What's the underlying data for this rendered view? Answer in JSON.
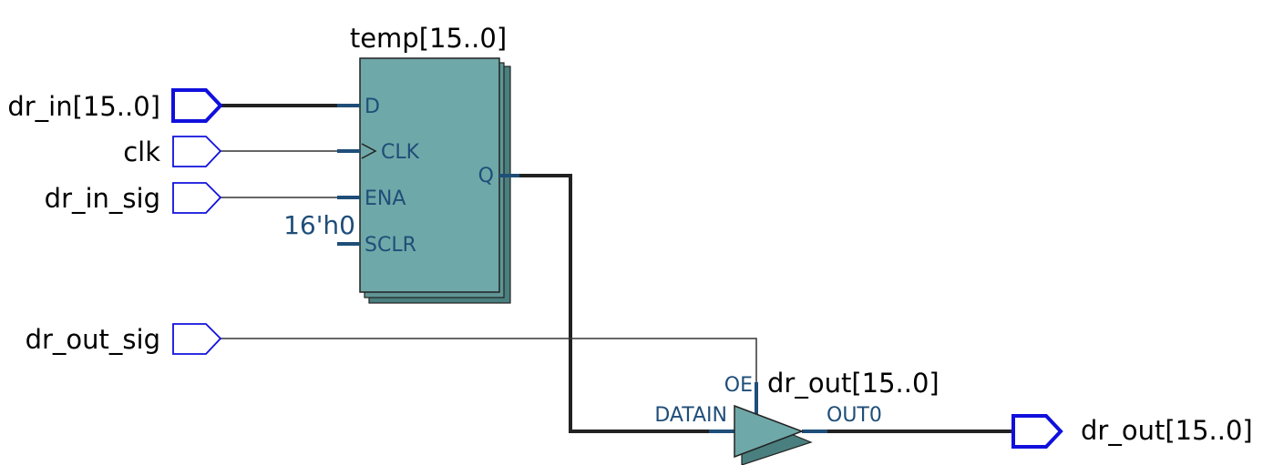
{
  "colors": {
    "pin_blue": "#1010dd",
    "block_fill": "#6fa8a8",
    "block_shadow": "#4a7f7f",
    "wire": "#222222",
    "stub": "#1f4e79",
    "text_port": "#1f4e79"
  },
  "inputs": [
    {
      "id": "dr_in",
      "label": "dr_in[15..0]",
      "bus": true
    },
    {
      "id": "clk",
      "label": "clk",
      "bus": false
    },
    {
      "id": "dr_in_sig",
      "label": "dr_in_sig",
      "bus": false
    },
    {
      "id": "dr_out_sig",
      "label": "dr_out_sig",
      "bus": false
    }
  ],
  "register": {
    "title": "temp[15..0]",
    "ports": {
      "d": "D",
      "clk": "CLK",
      "ena": "ENA",
      "sclr": "SCLR",
      "q": "Q"
    },
    "sclr_const": "16'h0"
  },
  "tristate": {
    "title": "dr_out[15..0]",
    "ports": {
      "oe": "OE",
      "datain": "DATAIN",
      "out": "OUT0"
    }
  },
  "output": {
    "label": "dr_out[15..0]",
    "bus": true
  }
}
